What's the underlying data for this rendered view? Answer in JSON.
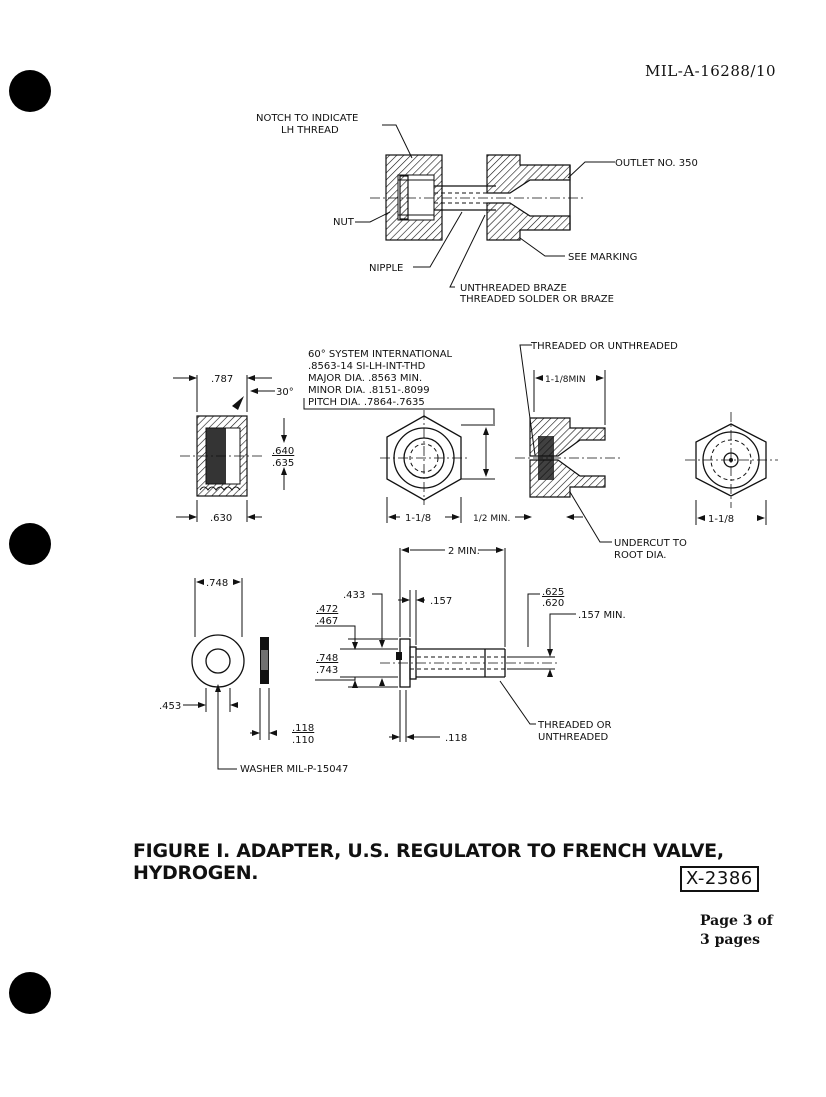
{
  "header": {
    "doc_id": "MIL-A-16288/10"
  },
  "caption": "FIGURE I. ADAPTER, U.S. REGULATOR TO FRENCH VALVE, HYDROGEN.",
  "drawing_number": "X-2386",
  "page_info": {
    "line1": "Page 3 of",
    "line2": "3 pages"
  },
  "labels": {
    "notch": "NOTCH TO INDICATE",
    "lh_thread": "LH THREAD",
    "outlet": "OUTLET NO. 350",
    "nut": "NUT",
    "nipple": "NIPPLE",
    "see_marking": "SEE MARKING",
    "unthreaded_braze": "UNTHREADED BRAZE",
    "threaded_solder": "THREADED SOLDER OR BRAZE",
    "spec1": "60° SYSTEM INTERNATIONAL",
    "spec2": ".8563-14 SI-LH-INT-THD",
    "spec3": "MAJOR DIA. .8563 MIN.",
    "spec4": "MINOR DIA. .8151-.8099",
    "spec5": "PITCH DIA. .7864-.7635",
    "threaded_or_unthreaded": "THREADED OR UNTHREADED",
    "d_787": ".787",
    "d_30": "30°",
    "d_640": ".640",
    "d_635": ".635",
    "d_630": ".630",
    "d_1_1_8": "1-1/8",
    "d_half_min": "1/2 MIN.",
    "d_1_1_8_min": "1-1/8MIN",
    "d_1_1_8_b": "1-1/8",
    "undercut": "UNDERCUT TO",
    "root_dia": "ROOT DIA.",
    "d_2_min": "2 MIN.",
    "d_748": ".748",
    "d_433": ".433",
    "d_157": ".157",
    "d_625": ".625",
    "d_620": ".620",
    "d_157_min": ".157 MIN.",
    "d_472": ".472",
    "d_467": ".467",
    "d_748b": ".748",
    "d_743": ".743",
    "d_453": ".453",
    "d_118": ".118",
    "d_110": ".110",
    "d_118b": ".118",
    "threaded_or": "THREADED OR",
    "unthreaded": "UNTHREADED",
    "washer": "WASHER MIL-P-15047"
  }
}
